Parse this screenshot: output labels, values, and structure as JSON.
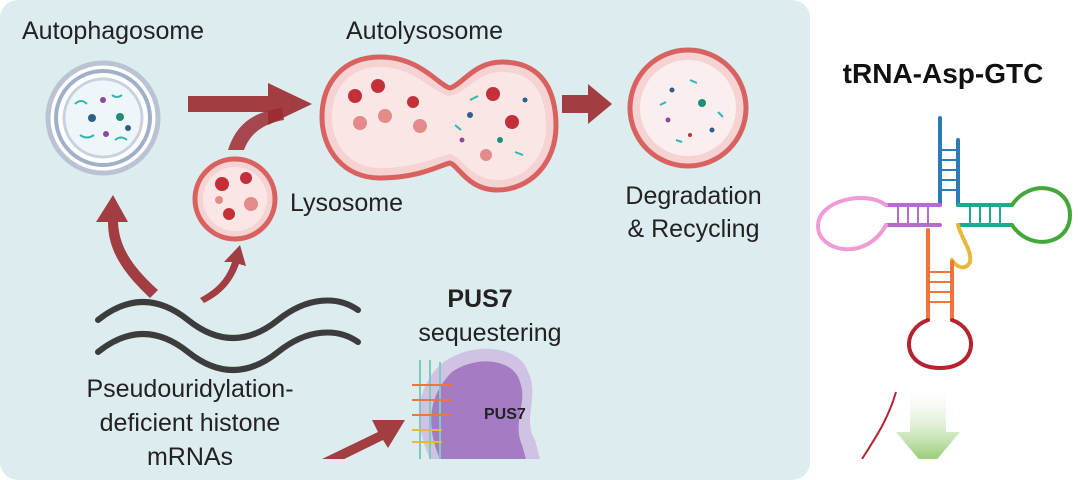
{
  "labels": {
    "autophagosome": "Autophagosome",
    "autolysosome": "Autolysosome",
    "lysosome": "Lysosome",
    "degradation_line1": "Degradation",
    "degradation_line2": "& Recycling",
    "pus7_title": "PUS7",
    "pus7_sequestering": "sequestering",
    "pus7_protein": "PUS7",
    "mrna_line1": "Pseudouridylation-",
    "mrna_line2": "deficient histone",
    "mrna_line3": "mRNAs",
    "trna_title": "tRNA-Asp-GTC"
  },
  "colors": {
    "panel_bg": "#dcecef",
    "arrow_red": "#9b2a2f",
    "lysosome_fill": "#f6d3d3",
    "lysosome_ring": "#d9615f",
    "pus7_purple": "#a57cc4",
    "trna_acceptor": "#2a7bb8",
    "trna_t_arm": "#1eaa8e",
    "trna_t_loop": "#43a83a",
    "trna_d_arm": "#b66bd0",
    "trna_d_loop": "#f09ad6",
    "trna_variable": "#e9b83a",
    "trna_anticodon_stem": "#f1743a",
    "trna_anticodon_loop": "#b32330",
    "green_arrow": "#7bbd4f"
  }
}
